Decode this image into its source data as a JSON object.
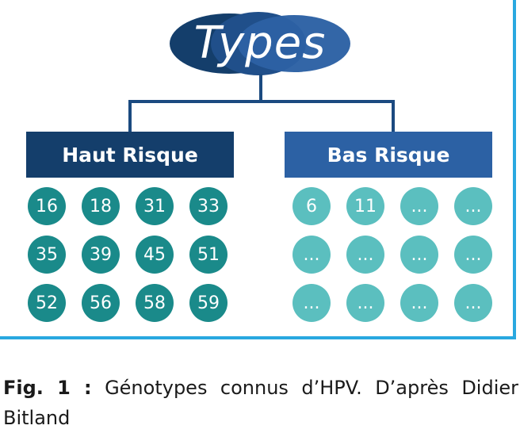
{
  "title": "Types",
  "high_risk": {
    "label": "Haut Risque",
    "types": [
      "16",
      "18",
      "31",
      "33",
      "35",
      "39",
      "45",
      "51",
      "52",
      "56",
      "58",
      "59"
    ]
  },
  "low_risk": {
    "label": "Bas Risque",
    "types": [
      "6",
      "11",
      "...",
      "...",
      "...",
      "...",
      "...",
      "...",
      "...",
      "...",
      "...",
      "..."
    ]
  },
  "caption": {
    "label": "Fig. 1 :",
    "text": " Génotypes connus d’HPV. D’après Didier Bitland"
  },
  "colors": {
    "frame": "#29a8e0",
    "dark_blue": "#143e6b",
    "mid_blue": "#2c61a4",
    "teal_dark": "#1a8a8a",
    "teal_light": "#5bbfbf"
  }
}
